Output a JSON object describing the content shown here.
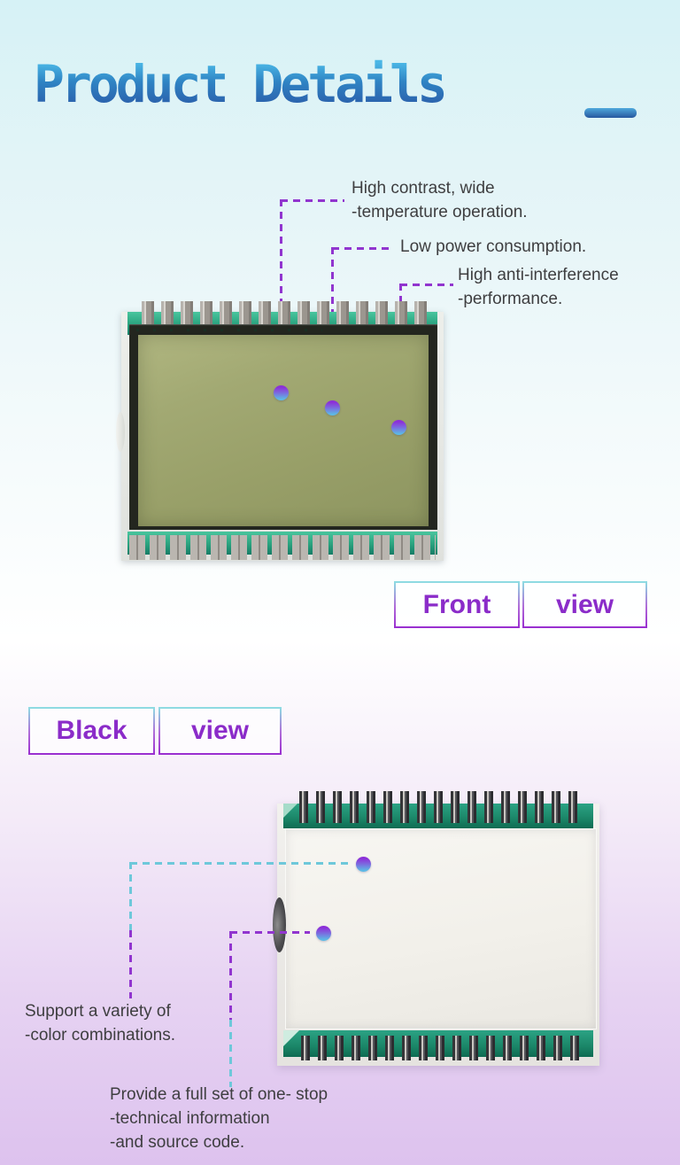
{
  "header": {
    "title": "Product Details"
  },
  "front_view": {
    "annotations": [
      {
        "lines": [
          "High contrast, wide",
          "-temperature operation."
        ]
      },
      {
        "lines": [
          "Low power consumption."
        ]
      },
      {
        "lines": [
          "High anti-interference",
          "-performance."
        ]
      }
    ],
    "label": {
      "word1": "Front",
      "word2": "view"
    }
  },
  "black_view": {
    "label": {
      "word1": "Black",
      "word2": "view"
    },
    "annotations": [
      {
        "lines": [
          "Support a variety of",
          "-color combinations."
        ]
      },
      {
        "lines": [
          "Provide a full set of one- stop",
          "-technical information",
          "-and source code."
        ]
      }
    ]
  },
  "colors": {
    "title_gradient_top": "#4bb7e6",
    "title_gradient_bottom": "#2b5da9",
    "dash_purple": "#9135cf",
    "dash_cyan": "#6ec8da",
    "dot_purple": "#8c2fd8",
    "dot_cyan": "#5cb9e5",
    "label_text": "#8b2cc9",
    "label_border_top": "#8edce2",
    "label_border_bottom": "#9a2fd0",
    "pcb_teal": "#1b8668",
    "lcd_olive": "#99a069",
    "background_top": "#d6f2f6",
    "background_bottom": "#ddc2ee"
  }
}
